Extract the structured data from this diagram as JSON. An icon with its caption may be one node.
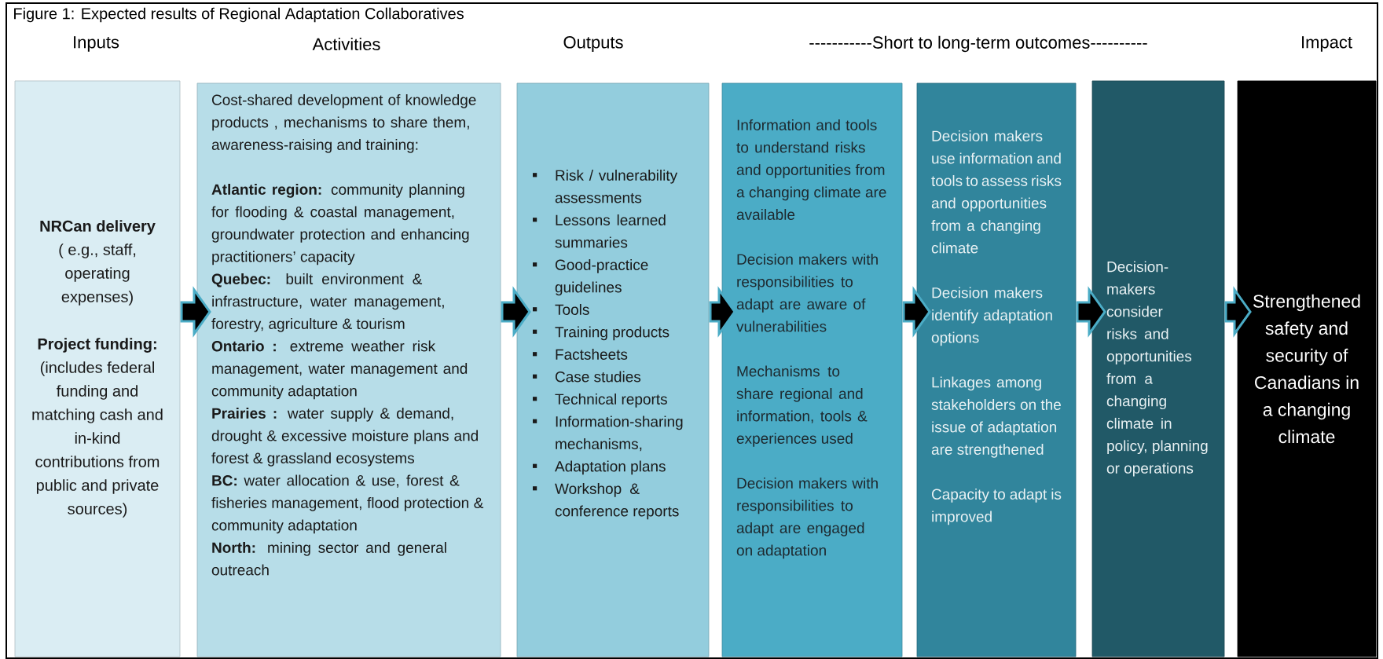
{
  "diagram": {
    "title": "Figure 1: Expected results of Regional Adaptation Collaboratives",
    "nodes": [
      {
        "text": [
          "NRCan delivery",
          "( e.g., staff, operating expenses)",
          "Project funding:",
          "(includes federal funding and matching cash and in-kind contributions from public and private sources)"
        ]
      },
      {
        "text": [
          "Cost-shared development of knowledge products , mechanisms to share them, awareness-raising and training:",
          "**Atlantic region:** community planning for flooding & coastal management, groundwater protection and enhancing practitioners’ capacity",
          "**Quebec:** built environment & infrastructure, water management, forestry, agriculture & tourism",
          "**Ontario :** extreme weather risk management, water management and community adaptation",
          "**Prairies :** water supply & demand, drought & excessive moisture plans and forest & grassland ecosystems",
          "**BC:** water allocation & use, forest & fisheries management, flood protection & community adaptation",
          "**North:** mining sector and general outreach"
        ]
      },
      {
        "text": [
          "Risk / vulnerability assessments",
          "Lessons learned summaries",
          "Good-practice guidelines",
          "Tools",
          "Training products",
          "Factsheets",
          "Case studies",
          "Technical reports",
          "Information-sharing mechanisms,",
          "Adaptation plans",
          "Workshop & conference reports"
        ]
      },
      {
        "text": [
          "Information and tools to understand risks and opportunities from a changing climate are available",
          "Decision makers with responsibilities to adapt are aware of vulnerabilities",
          "Mechanisms to share regional and information, tools & experiences used",
          "Decision makers with responsibilities to adapt are engaged on adaptation"
        ]
      },
      {
        "text": [
          "Decision makers use information and tools to assess risks and opportunities from a changing climate",
          "Decision makers identify adaptation options",
          "Linkages among stakeholders on the issue of adaptation are strengthened",
          "Capacity to adapt is improved"
        ]
      },
      {
        "text": [
          "Decision-makers consider risks and opportunities from a changing climate in policy, planning or operations"
        ]
      },
      {
        "text": [
          "Strengthened safety and security of Canadians in a changing climate"
        ]
      }
    ],
    "edges": [
      {
        "from": 0,
        "to": 1,
        "arrow": "to"
      },
      {
        "from": 1,
        "to": 2,
        "arrow": "to"
      },
      {
        "from": 2,
        "to": 3,
        "arrow": "to"
      },
      {
        "from": 3,
        "to": 4,
        "arrow": "to"
      },
      {
        "from": 4,
        "to": 5,
        "arrow": "to"
      },
      {
        "from": 5,
        "to": 6,
        "arrow": "to"
      }
    ],
    "labels": [
      "Inputs",
      "Activities",
      "Outputs",
      "-----------Short to long-term outcomes----------",
      "Impact"
    ]
  }
}
